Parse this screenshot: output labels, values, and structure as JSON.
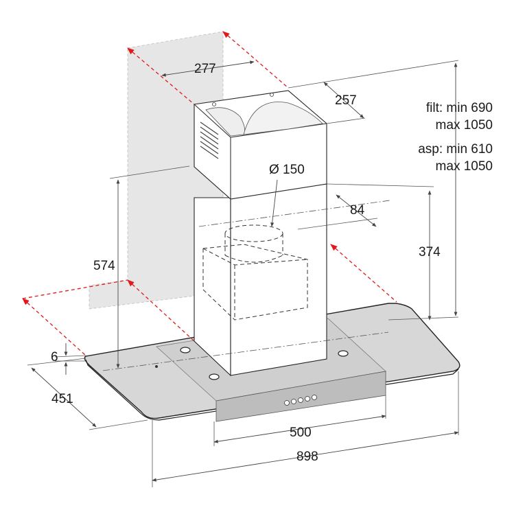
{
  "dimensions": {
    "d277": "277",
    "d257": "257",
    "d150": "Ø 150",
    "d84": "84",
    "d574": "574",
    "d374": "374",
    "d6": "6",
    "d451": "451",
    "d500": "500",
    "d898": "898"
  },
  "specs": {
    "filt_line1": "filt: min 690",
    "filt_line2": "max 1050",
    "asp_line1": "asp: min 610",
    "asp_line2": "max 1050"
  },
  "colors": {
    "accent_red": "#e0191c",
    "line": "#333333",
    "glass_fill": "#d9d9d9",
    "wall_fill": "#e6e6e6"
  }
}
